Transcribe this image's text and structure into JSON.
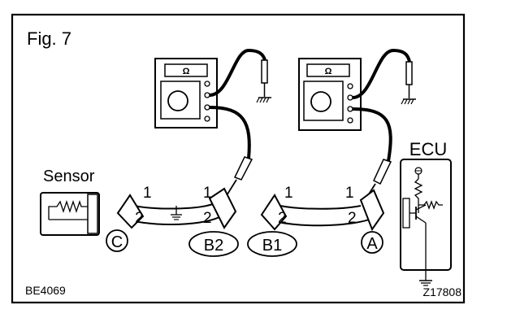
{
  "figure": {
    "label": "Fig. 7",
    "code_left": "BE4069",
    "code_right": "Z17808"
  },
  "meters": [
    {
      "display_symbol": "Ω"
    },
    {
      "display_symbol": "Ω"
    }
  ],
  "components": {
    "sensor_label": "Sensor",
    "ecu_label": "ECU"
  },
  "connectors": {
    "c_label": "C",
    "b2_label": "B2",
    "b1_label": "B1",
    "a_label": "A",
    "b2_pin1": "1",
    "b2_pin2": "2",
    "b2_pin1_right": "1",
    "b2_pin2_right": "2",
    "b1_pin1": "1",
    "b1_pin2": "2",
    "a_pin1": "1",
    "a_pin2": "2"
  }
}
